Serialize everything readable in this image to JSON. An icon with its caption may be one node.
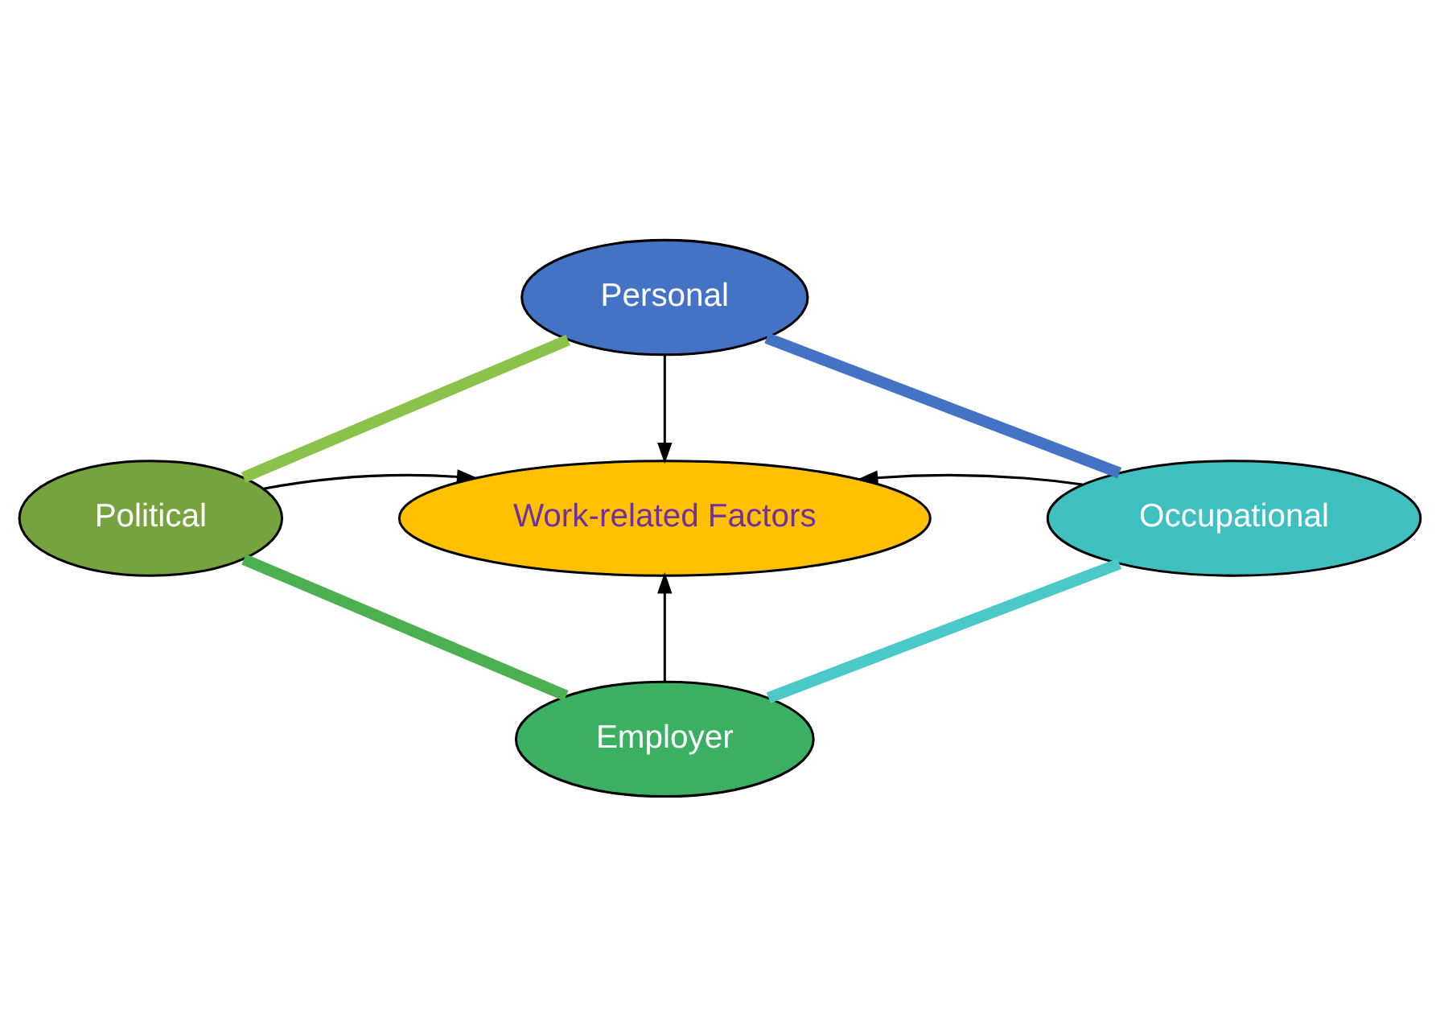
{
  "diagram": {
    "nodes": [
      {
        "text": [
          "Personal"
        ]
      },
      {
        "text": [
          "Political"
        ]
      },
      {
        "text": [
          "Work-related Factors"
        ]
      },
      {
        "text": [
          "Occupational"
        ]
      },
      {
        "text": [
          "Employer"
        ]
      }
    ],
    "edges": [
      {
        "from": 0,
        "to": 3,
        "arrow": "none",
        "style": "thick",
        "color": "#4472c4"
      },
      {
        "from": 3,
        "to": 4,
        "arrow": "none",
        "style": "thick",
        "color": "#4bc8c8"
      },
      {
        "from": 4,
        "to": 1,
        "arrow": "none",
        "style": "thick",
        "color": "#4caf50"
      },
      {
        "from": 1,
        "to": 0,
        "arrow": "none",
        "style": "thick",
        "color": "#8bc34a"
      },
      {
        "from": 0,
        "to": 2,
        "arrow": "to"
      },
      {
        "from": 1,
        "to": 2,
        "arrow": "to"
      },
      {
        "from": 3,
        "to": 2,
        "arrow": "to"
      },
      {
        "from": 4,
        "to": 2,
        "arrow": "to"
      }
    ]
  }
}
